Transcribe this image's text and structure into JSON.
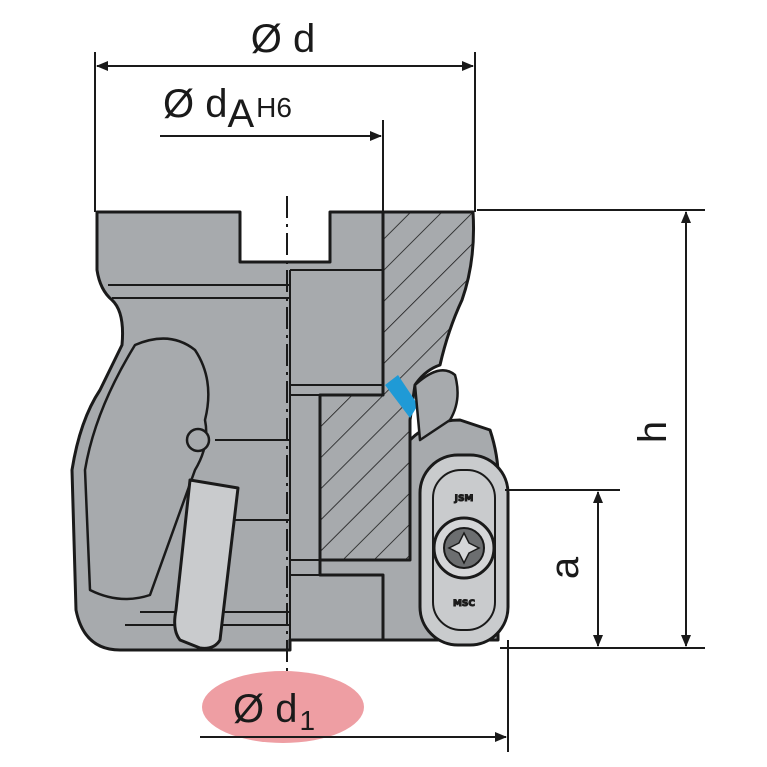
{
  "labels": {
    "d_outer": {
      "main": "Ø d"
    },
    "d_bore": {
      "main": "Ø d",
      "sub": "A",
      "fit": "H6"
    },
    "d_cut": {
      "main": "Ø d",
      "sub": "1"
    },
    "height": "h",
    "insert_size": "a"
  },
  "insert_marks": {
    "top": "JSM",
    "bottom": "MSC"
  },
  "colors": {
    "body": "#a7aaad",
    "insert": "#c9cbcd",
    "coolant": "#1f9ad6",
    "highlight": "#ee9ea3",
    "line": "#1a1a1a"
  }
}
